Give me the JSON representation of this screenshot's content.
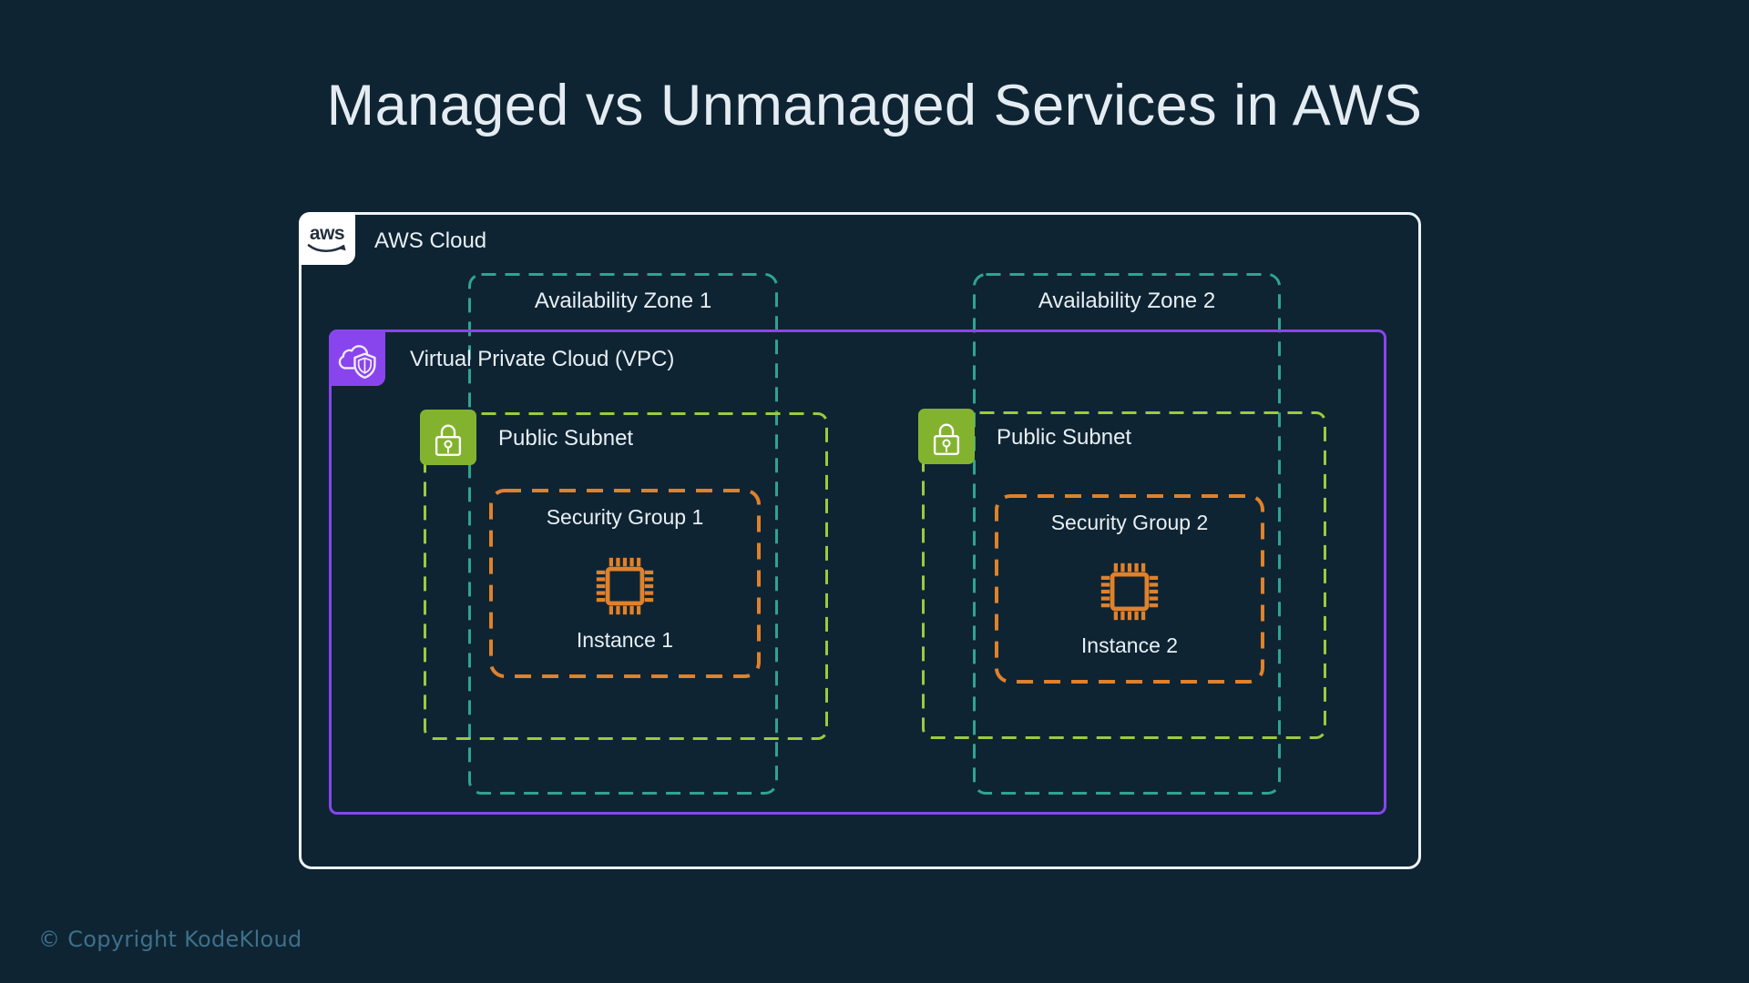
{
  "colors": {
    "bg": "#0e2433",
    "title-text": "#e4ecf2",
    "label-text": "#e9eff4",
    "cloud-border": "#eef3f6",
    "logo-bg": "#ffffff",
    "logo-text": "#232f3e",
    "teal": "#2fa491",
    "purple": "#8845ee",
    "green": "#9ccb3d",
    "green-icon": "#83b32e",
    "orange": "#e0812b",
    "copyright": "#3e7089"
  },
  "page": {
    "title": "Managed vs Unmanaged Services in AWS"
  },
  "cloud": {
    "label": "AWS Cloud",
    "logo_text": "aws"
  },
  "azs": [
    {
      "label": "Availability Zone 1"
    },
    {
      "label": "Availability Zone 2"
    }
  ],
  "vpc": {
    "label": "Virtual Private Cloud (VPC)"
  },
  "subnets": [
    {
      "label": "Public Subnet"
    },
    {
      "label": "Public Subnet"
    }
  ],
  "sgs": [
    {
      "label": "Security Group 1",
      "instance_label": "Instance 1"
    },
    {
      "label": "Security Group 2",
      "instance_label": "Instance 2"
    }
  ],
  "footer": {
    "copyright": "© Copyright KodeKloud"
  }
}
